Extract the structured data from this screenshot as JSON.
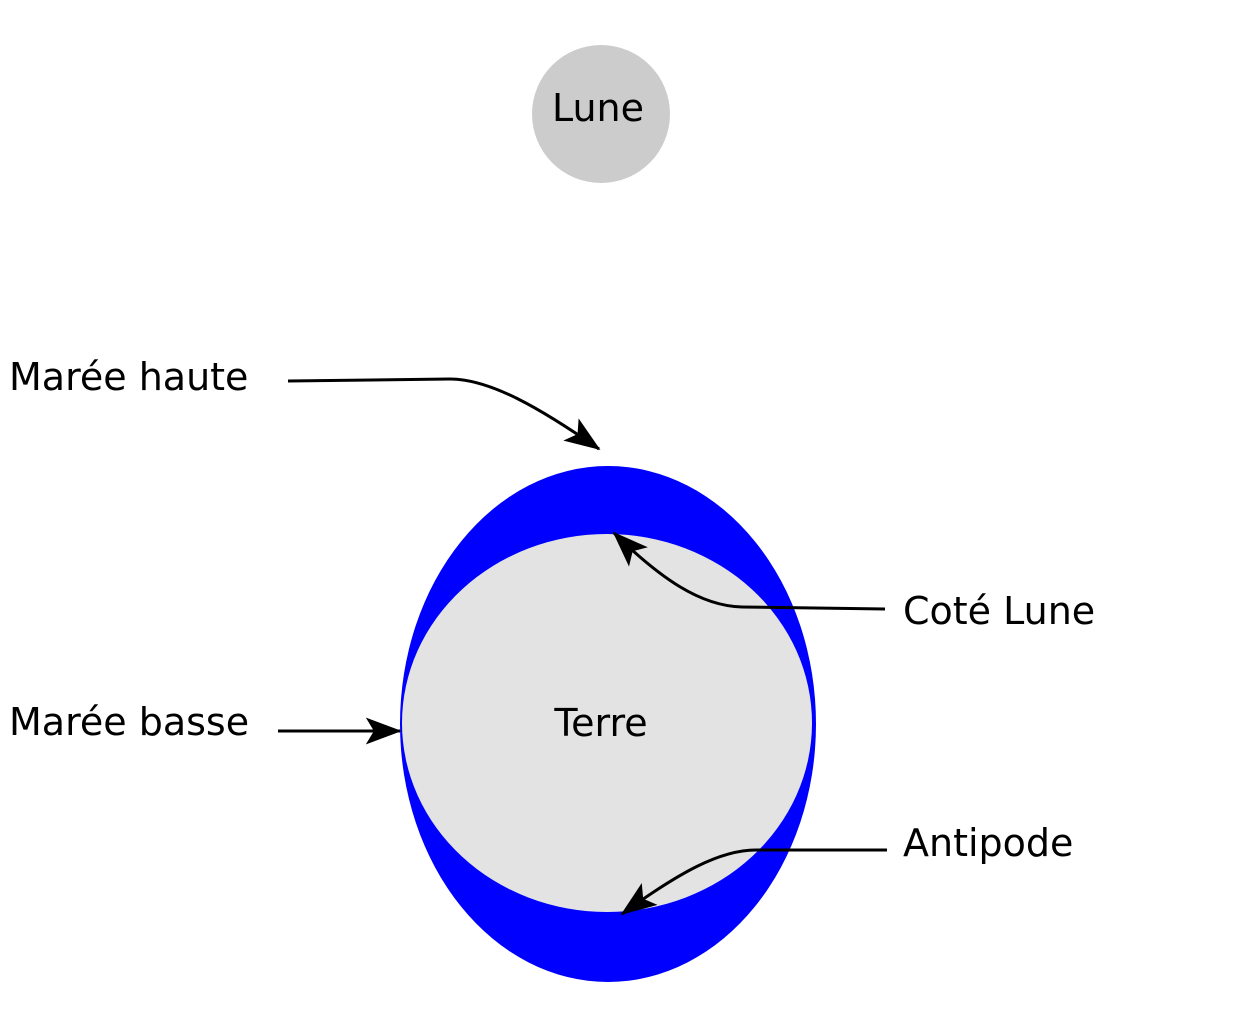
{
  "labels": {
    "moon": "Lune",
    "earth": "Terre",
    "high_tide": "Marée haute",
    "low_tide": "Marée basse",
    "moon_side": "Coté Lune",
    "antipode": "Antipode"
  },
  "colors": {
    "ocean": "#0000ff",
    "earth": "#e3e3e3",
    "moon": "#cccccc",
    "arrows": "#000000",
    "background": "#ffffff"
  }
}
